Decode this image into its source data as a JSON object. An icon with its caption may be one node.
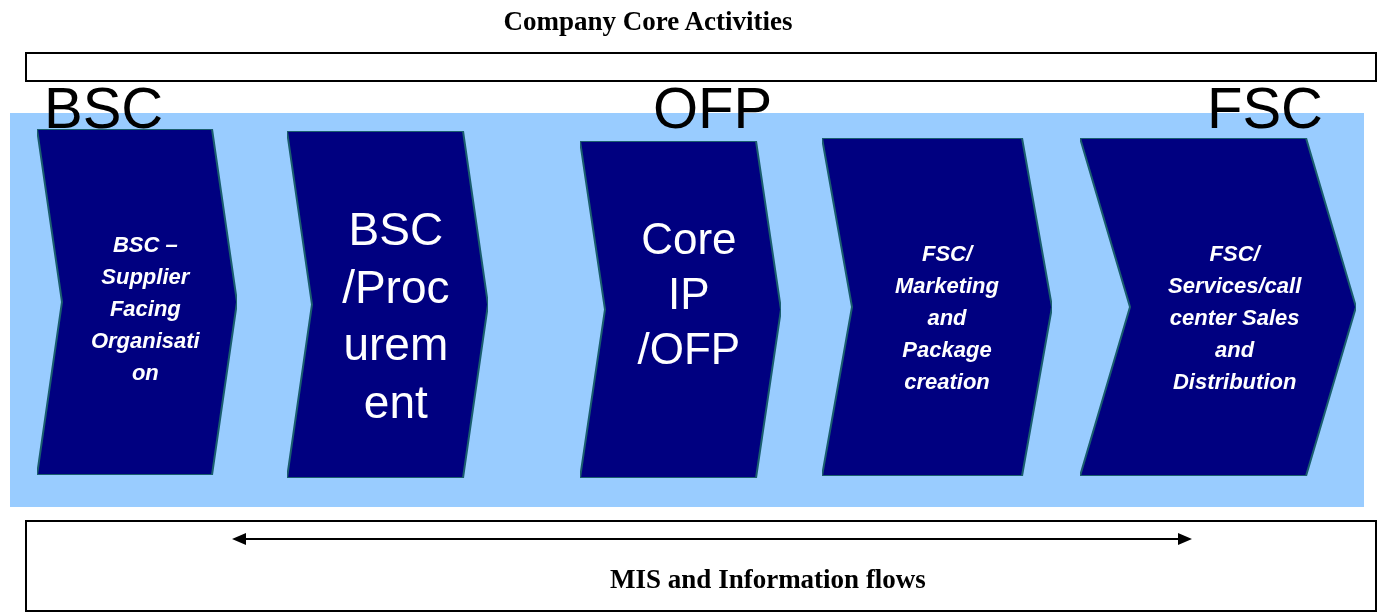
{
  "diagram": {
    "nodes": [
      {
        "text": [
          "Company Core Activities"
        ]
      },
      {
        "text": [],
        "shape": "band"
      },
      {
        "text": [
          "BSC – Supplier Facing Organisation"
        ],
        "in": 1
      },
      {
        "text": [
          "BSC /Procurement"
        ],
        "in": 1
      },
      {
        "text": [
          "Core IP /OFP"
        ],
        "in": 1
      },
      {
        "text": [
          "FSC/ Marketing and Package creation"
        ],
        "in": 1
      },
      {
        "text": [
          "FSC/ Services/call center Sales and Distribution"
        ],
        "in": 1
      },
      {
        "text": [
          "MIS and Information flows"
        ]
      }
    ],
    "labels": [
      "BSC",
      "OFP",
      "FSC"
    ]
  }
}
